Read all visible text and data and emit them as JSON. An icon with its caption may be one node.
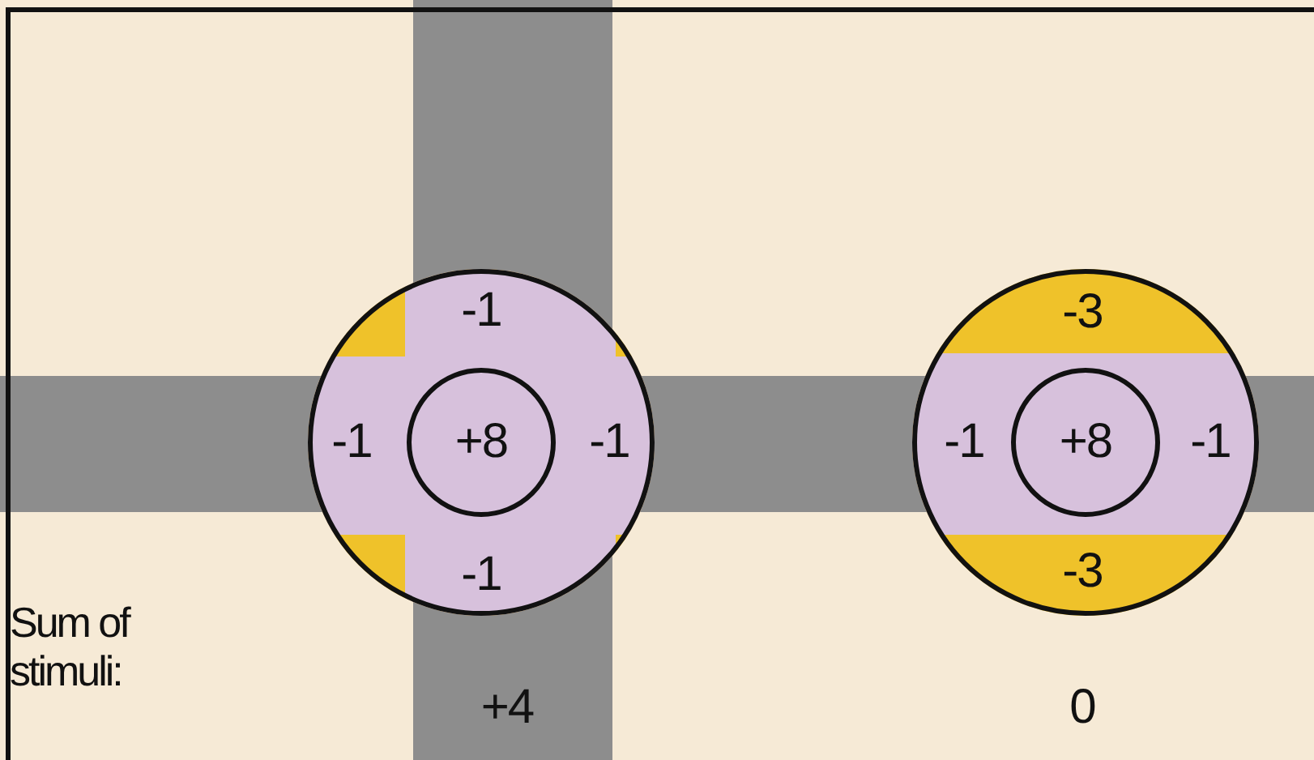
{
  "diagram": {
    "nodes": [
      {
        "text": [
          "-1",
          "-1",
          "-1",
          "-1"
        ]
      },
      {
        "text": [
          "+8"
        ],
        "in": 0
      },
      {
        "text": [
          "-3",
          "-1",
          "-1",
          "-3"
        ]
      },
      {
        "text": [
          "+8"
        ],
        "in": 2
      }
    ],
    "labels": [
      "Sum of stimuli:",
      "+4",
      "0"
    ]
  }
}
